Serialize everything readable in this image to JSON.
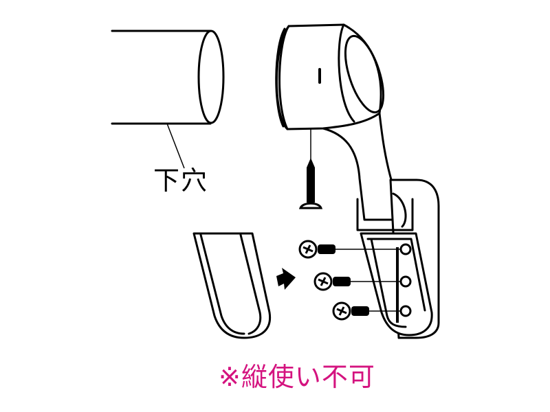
{
  "diagram": {
    "labels": {
      "pilot_hole": "下穴",
      "note": "※縦使い不可"
    },
    "colors": {
      "line": "#000000",
      "note": "#d4137f",
      "background": "#ffffff"
    },
    "parts": [
      {
        "name": "pipe",
        "description": "cylinder with pilot hole"
      },
      {
        "name": "shower-head",
        "description": "shower head in holder"
      },
      {
        "name": "wood-screw",
        "description": "flat head screw below shower head"
      },
      {
        "name": "holder-bracket",
        "description": "wall bracket with three screw holes"
      },
      {
        "name": "bracket-screws",
        "count": 3
      },
      {
        "name": "cover-cap",
        "description": "bracket cover"
      },
      {
        "name": "direction-arrow",
        "description": "arrow pointing at bracket"
      }
    ]
  }
}
